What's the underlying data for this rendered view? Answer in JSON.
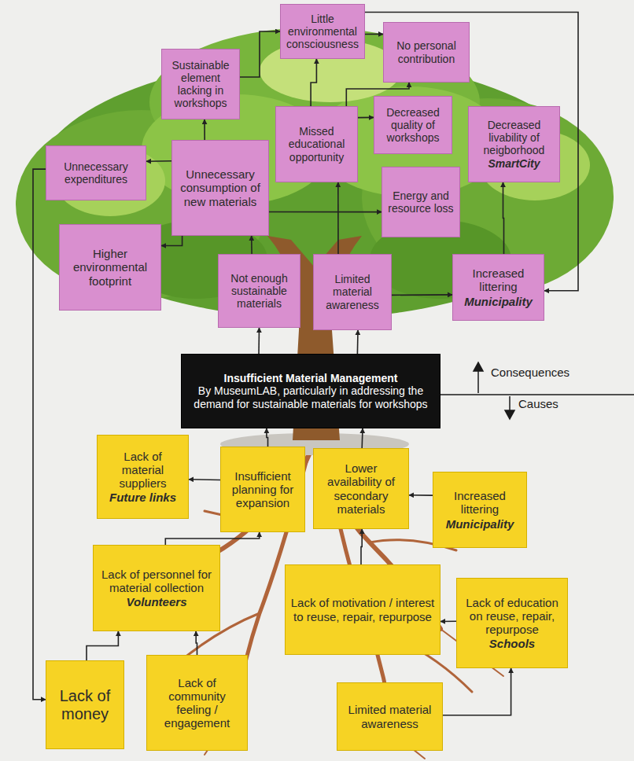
{
  "diagram": {
    "nodes": [
      {
        "text": [
          "Little environmental consciousness"
        ]
      },
      {
        "text": [
          "No personal contribution"
        ]
      },
      {
        "text": [
          "Sustainable element lacking in workshops"
        ]
      },
      {
        "text": [
          "Decreased quality of workshops"
        ]
      },
      {
        "text": [
          "Missed educational opportunity"
        ]
      },
      {
        "text": [
          "Decreased livability of neigborhood",
          "SmartCity"
        ]
      },
      {
        "text": [
          "Unnecessary expenditures"
        ]
      },
      {
        "text": [
          "Unnecessary consumption of new materials"
        ]
      },
      {
        "text": [
          "Energy and resource loss"
        ]
      },
      {
        "text": [
          "Higher environmental footprint"
        ]
      },
      {
        "text": [
          "Not enough sustainable materials"
        ]
      },
      {
        "text": [
          "Limited material awareness"
        ]
      },
      {
        "text": [
          "Increased littering",
          "Municipality"
        ]
      },
      {
        "text": [
          "Insufficient Material Management",
          "By MuseumLAB, particularly in addressing the demand for sustainable materials for workshops"
        ]
      },
      {
        "text": [
          "Lack of material suppliers",
          "Future links"
        ]
      },
      {
        "text": [
          "Insufficient planning for expansion"
        ]
      },
      {
        "text": [
          "Lower availability of secondary materials"
        ]
      },
      {
        "text": [
          "Increased littering",
          "Municipality"
        ]
      },
      {
        "text": [
          "Lack of personnel for material collection",
          "Volunteers"
        ]
      },
      {
        "text": [
          "Lack of motivation / interest to reuse, repair, repurpose"
        ]
      },
      {
        "text": [
          "Lack of education on reuse, repair, repurpose",
          "Schools"
        ]
      },
      {
        "text": [
          "Lack of money"
        ]
      },
      {
        "text": [
          "Lack of community feeling / engagement"
        ]
      },
      {
        "text": [
          "Limited material awareness"
        ]
      }
    ],
    "edges": [
      {
        "from": 0,
        "to": 1,
        "arrow": "to"
      },
      {
        "from": 2,
        "to": 0,
        "arrow": "to"
      },
      {
        "from": 4,
        "to": 0,
        "arrow": "to"
      },
      {
        "from": 4,
        "to": 3,
        "arrow": "to"
      },
      {
        "from": 4,
        "to": 1,
        "arrow": "to"
      },
      {
        "from": 7,
        "to": 6,
        "arrow": "to"
      },
      {
        "from": 7,
        "to": 2,
        "arrow": "to"
      },
      {
        "from": 7,
        "to": 8,
        "arrow": "to"
      },
      {
        "from": 7,
        "to": 9,
        "arrow": "to"
      },
      {
        "from": 10,
        "to": 7,
        "arrow": "to"
      },
      {
        "from": 11,
        "to": 4,
        "arrow": "to"
      },
      {
        "from": 11,
        "to": 12,
        "arrow": "to"
      },
      {
        "from": 12,
        "to": 5,
        "arrow": "to"
      },
      {
        "from": 0,
        "to": 12,
        "arrow": "to"
      },
      {
        "from": 13,
        "to": 10,
        "arrow": "to"
      },
      {
        "from": 13,
        "to": 11,
        "arrow": "to"
      },
      {
        "from": 6,
        "to": 21,
        "arrow": "to"
      },
      {
        "from": 15,
        "to": 13,
        "arrow": "to"
      },
      {
        "from": 16,
        "to": 13,
        "arrow": "to"
      },
      {
        "from": 15,
        "to": 14,
        "arrow": "to"
      },
      {
        "from": 17,
        "to": 16,
        "arrow": "to"
      },
      {
        "from": 18,
        "to": 15,
        "arrow": "to"
      },
      {
        "from": 20,
        "to": 19,
        "arrow": "to"
      },
      {
        "from": 19,
        "to": 16,
        "arrow": "to"
      },
      {
        "from": 21,
        "to": 18,
        "arrow": "to"
      },
      {
        "from": 22,
        "to": 18,
        "arrow": "to"
      },
      {
        "from": 23,
        "to": 20,
        "arrow": "to"
      }
    ],
    "labels": [
      "Consequences",
      "Causes"
    ]
  }
}
